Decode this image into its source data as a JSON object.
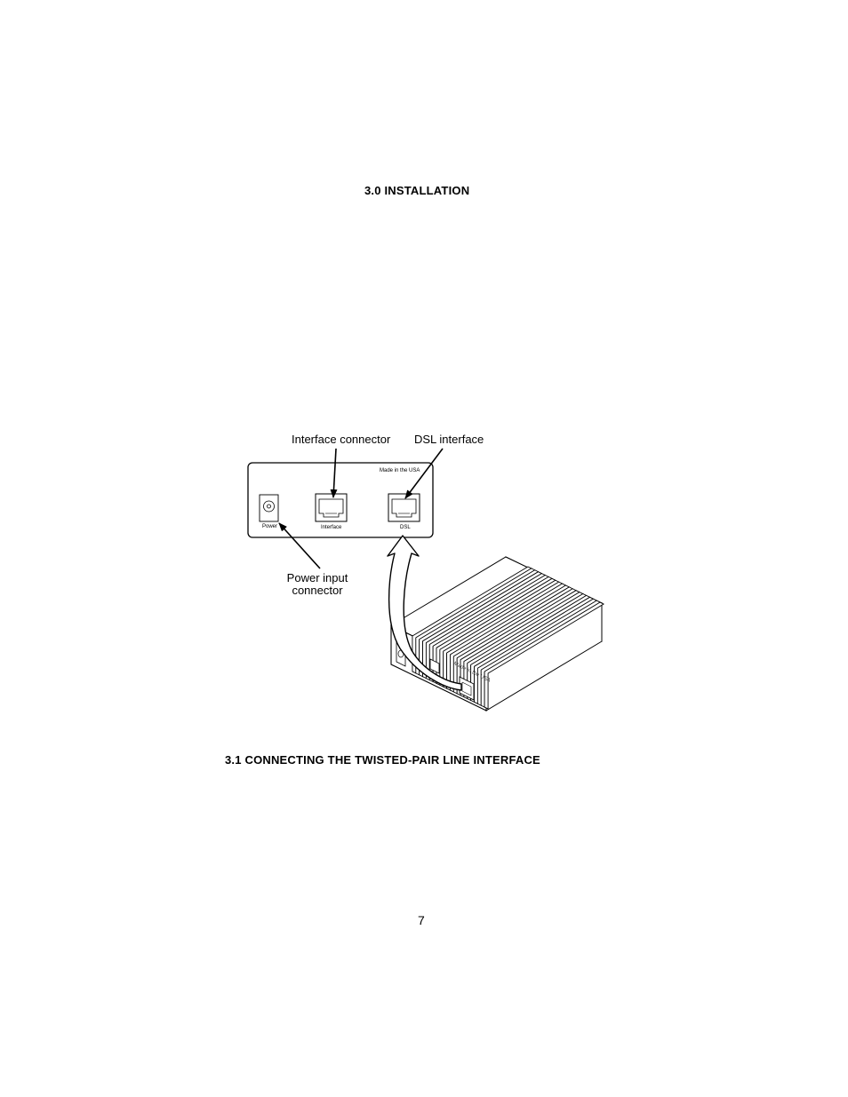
{
  "section_installation": "3.0  INSTALLATION",
  "section_connecting": "3.1  CONNECTING THE TWISTED-PAIR LINE INTERFACE",
  "page_number": "7",
  "figure": {
    "callout_interface": "Interface connector",
    "callout_dsl": "DSL interface",
    "callout_power_line1": "Power input",
    "callout_power_line2": "connector",
    "panel_made_in": "Made in the USA",
    "port_power_label": "Power",
    "port_interface_label": "Interface",
    "port_dsl_label": "DSL",
    "device_stamp": "Made in the USA"
  }
}
